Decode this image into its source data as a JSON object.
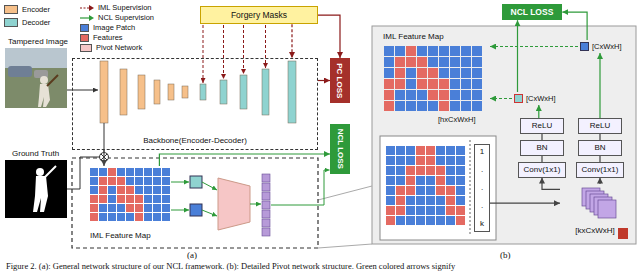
{
  "diagram": {
    "caption": "Figure 2. (a): General network structure of our NCL framework. (b): Detailed Pivot network structure. Green colored arrows signify",
    "nodes": [
      {
        "text": [
          "Forgery Masks"
        ]
      },
      {
        "text": [
          "Backbone(Encoder-Decoder)"
        ]
      },
      {
        "text": [
          "PC LOSS"
        ]
      },
      {
        "text": [
          "NCL LOSS"
        ]
      },
      {
        "text": [
          "IML Feature Map"
        ]
      },
      {
        "text": [
          "NCL LOSS"
        ]
      },
      {
        "text": [
          "IML Feature Map"
        ]
      },
      {
        "text": [
          "[CxWxH]"
        ]
      },
      {
        "text": [
          "[CxWxH]"
        ]
      },
      {
        "text": [
          "ReLU"
        ]
      },
      {
        "text": [
          "ReLU"
        ]
      },
      {
        "text": [
          "BN"
        ]
      },
      {
        "text": [
          "BN"
        ]
      },
      {
        "text": [
          "Conv(1x1)"
        ]
      },
      {
        "text": [
          "Conv(1x1)"
        ]
      },
      {
        "text": [
          "1",
          ".",
          ".",
          ".",
          "k"
        ]
      },
      {
        "text": [
          "[kxCxWxH]"
        ]
      }
    ],
    "edges": [
      {
        "from": 0,
        "to": 1,
        "arrow": "to"
      },
      {
        "from": 1,
        "to": 2,
        "arrow": "to"
      },
      {
        "from": 0,
        "to": 2,
        "arrow": "to"
      },
      {
        "from": 1,
        "to": 4,
        "arrow": "to"
      },
      {
        "from": 4,
        "to": 3,
        "arrow": "to"
      },
      {
        "from": 8,
        "to": 5,
        "arrow": "to"
      },
      {
        "from": 7,
        "to": 5,
        "arrow": "to"
      },
      {
        "from": 9,
        "to": 8,
        "arrow": "to"
      },
      {
        "from": 10,
        "to": 7,
        "arrow": "to"
      },
      {
        "from": 11,
        "to": 9,
        "arrow": "none"
      },
      {
        "from": 12,
        "to": 10,
        "arrow": "none"
      },
      {
        "from": 13,
        "to": 11,
        "arrow": "none"
      },
      {
        "from": 14,
        "to": 12,
        "arrow": "none"
      },
      {
        "from": 8,
        "to": 6,
        "arrow": "to"
      },
      {
        "from": 7,
        "to": 6,
        "arrow": "to"
      },
      {
        "from": 15,
        "to": 16,
        "arrow": "to"
      },
      {
        "from": 16,
        "to": 14,
        "arrow": "to"
      },
      {
        "from": 16,
        "to": 13,
        "arrow": "to"
      }
    ],
    "labels": [
      "Tampered Image",
      "Ground Truth",
      "[hxCxWxH]",
      "(a)",
      "(b)"
    ],
    "legend": [
      {
        "text": "Encoder",
        "color": "#f6c08a"
      },
      {
        "text": "Decoder",
        "color": "#8fd3d0"
      },
      {
        "text": "IML Supervision"
      },
      {
        "text": "NCL Supervision"
      },
      {
        "text": "Image Patch",
        "color": "#4a7fd8"
      },
      {
        "text": "Features",
        "color": "#e46a62"
      },
      {
        "text": "Pivot Network",
        "color": "#f6c6c6"
      }
    ]
  }
}
